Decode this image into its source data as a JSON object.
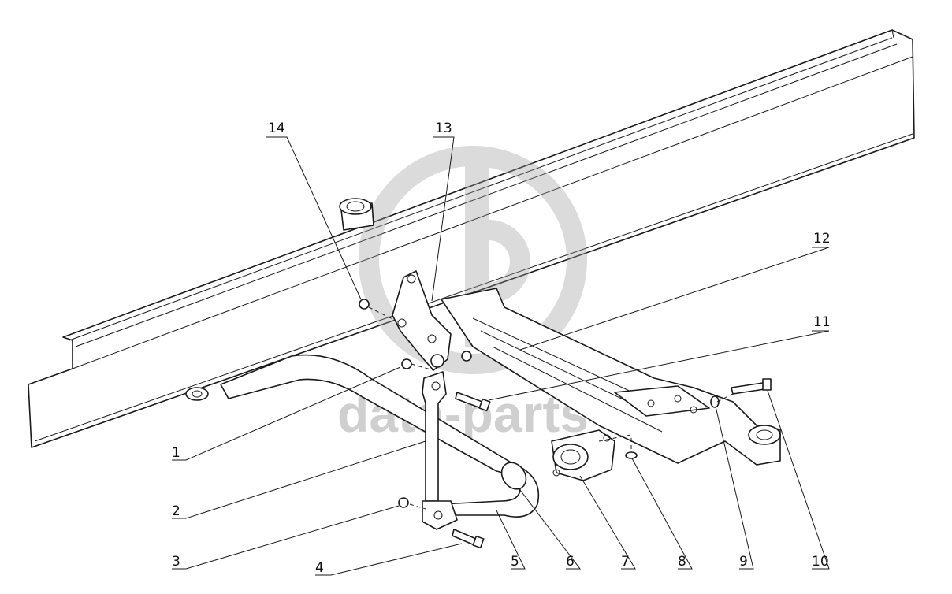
{
  "watermark": {
    "text": "data-parts",
    "logo": "gd-logo-icon"
  },
  "callouts": [
    {
      "id": "1",
      "label": "1"
    },
    {
      "id": "2",
      "label": "2"
    },
    {
      "id": "3",
      "label": "3"
    },
    {
      "id": "4",
      "label": "4"
    },
    {
      "id": "5",
      "label": "5"
    },
    {
      "id": "6",
      "label": "6"
    },
    {
      "id": "7",
      "label": "7"
    },
    {
      "id": "8",
      "label": "8"
    },
    {
      "id": "9",
      "label": "9"
    },
    {
      "id": "10",
      "label": "10"
    },
    {
      "id": "11",
      "label": "11"
    },
    {
      "id": "12",
      "label": "12"
    },
    {
      "id": "13",
      "label": "13"
    },
    {
      "id": "14",
      "label": "14"
    }
  ]
}
